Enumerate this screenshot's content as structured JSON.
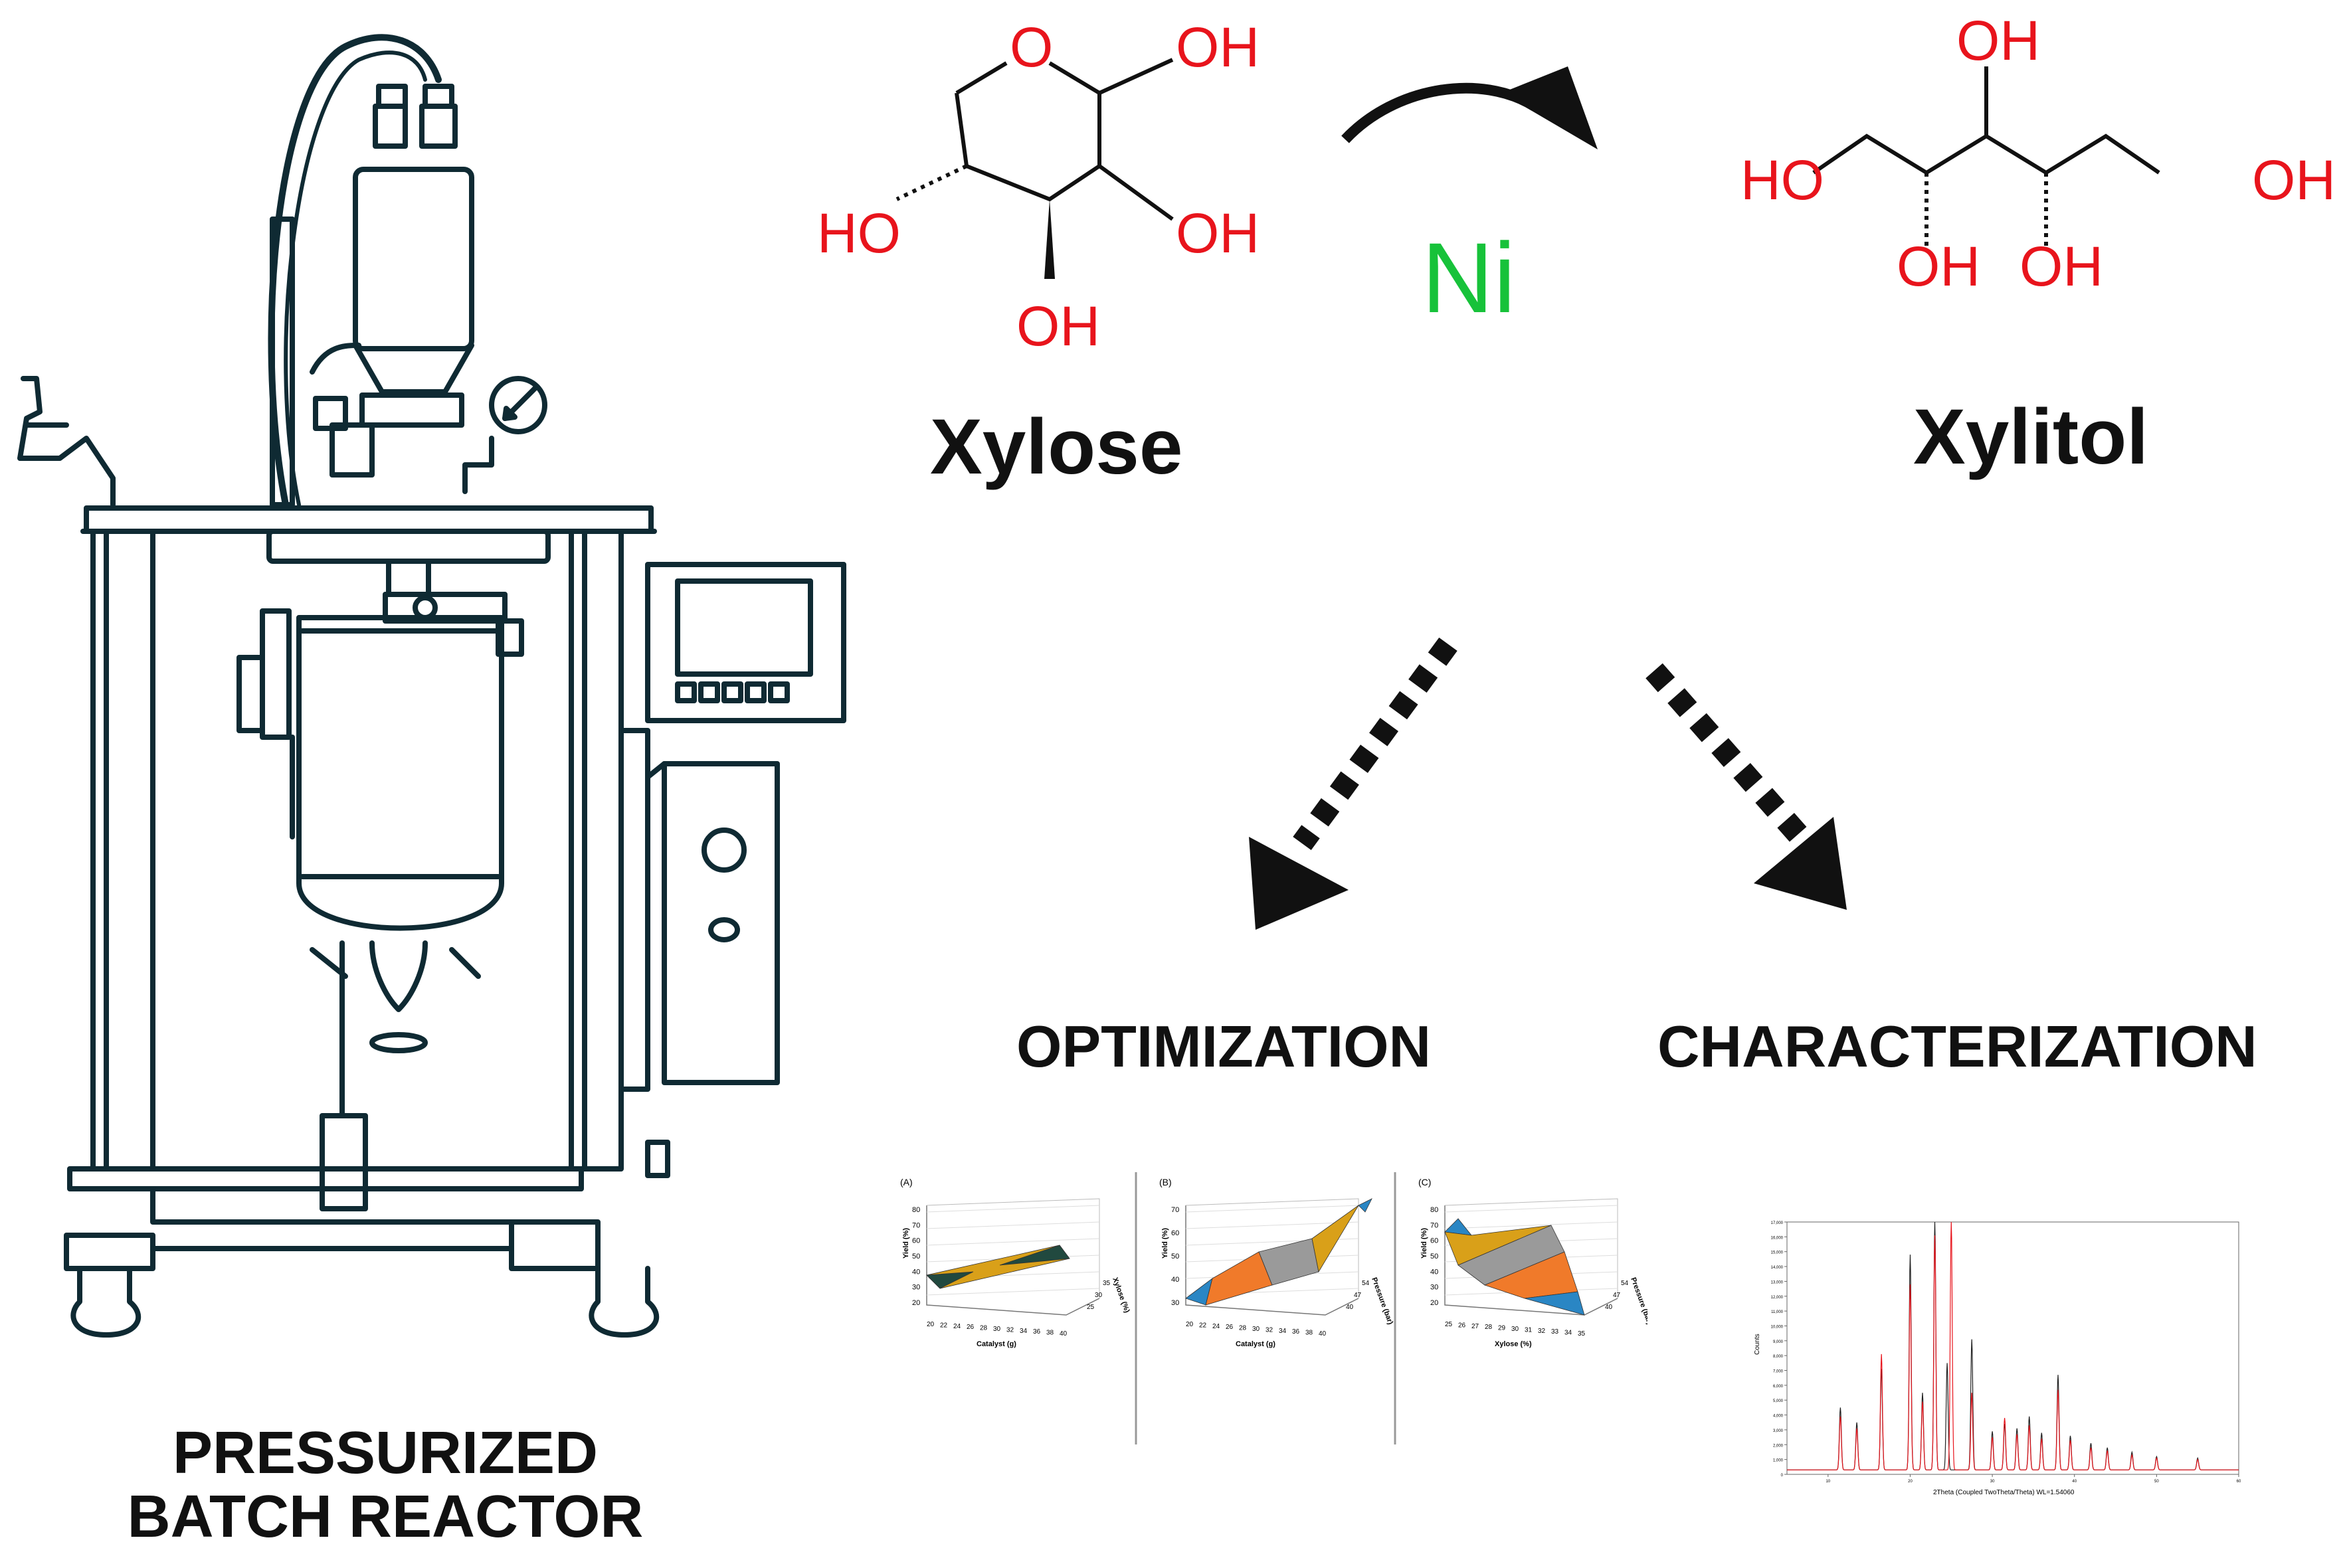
{
  "reactor": {
    "label_line1": "PRESSURIZED",
    "label_line2": "BATCH REACTOR"
  },
  "reaction": {
    "reactant": "Xylose",
    "product": "Xylitol",
    "catalyst": "Ni",
    "xylose_groups": [
      "O",
      "OH",
      "HO",
      "OH",
      "OH"
    ],
    "xylitol_groups": [
      "OH",
      "HO",
      "OH",
      "OH",
      "OH"
    ]
  },
  "branches": {
    "left": "OPTIMIZATION",
    "right": "CHARACTERIZATION"
  },
  "optimization_panels": [
    {
      "tag": "(A)",
      "zlabel": "Yield (%)",
      "xlabel": "Catalyst (g)",
      "ylabel": "Xylose (%)",
      "zticks": [
        "80",
        "70",
        "60",
        "50",
        "40",
        "30",
        "20"
      ],
      "xticks": [
        "20",
        "22",
        "24",
        "26",
        "28",
        "30",
        "32",
        "34",
        "36",
        "38",
        "40"
      ],
      "yticks": [
        "35",
        "30",
        "25"
      ]
    },
    {
      "tag": "(B)",
      "zlabel": "Yield (%)",
      "xlabel": "Catalyst (g)",
      "ylabel": "Pressure (bar)",
      "zticks": [
        "70",
        "60",
        "50",
        "40",
        "30"
      ],
      "xticks": [
        "20",
        "22",
        "24",
        "26",
        "28",
        "30",
        "32",
        "34",
        "36",
        "38",
        "40"
      ],
      "yticks": [
        "54",
        "47",
        "40"
      ]
    },
    {
      "tag": "(C)",
      "zlabel": "Yield (%)",
      "xlabel": "Xylose (%)",
      "ylabel": "Pressure (bar)",
      "zticks": [
        "80",
        "70",
        "60",
        "50",
        "40",
        "30",
        "20"
      ],
      "xticks": [
        "25",
        "26",
        "27",
        "28",
        "29",
        "30",
        "31",
        "32",
        "33",
        "34",
        "35"
      ],
      "yticks": [
        "54",
        "47",
        "40"
      ]
    }
  ],
  "chart_data": {
    "type": "line",
    "xlabel": "2Theta (Coupled TwoTheta/Theta) WL=1.54060",
    "ylabel": "Counts",
    "xlim": [
      5,
      60
    ],
    "ylim": [
      0,
      17000
    ],
    "yticks": [
      0,
      1000,
      2000,
      3000,
      4000,
      5000,
      6000,
      7000,
      8000,
      9000,
      10000,
      11000,
      12000,
      13000,
      14000,
      15000,
      16000,
      17000
    ],
    "xticks": [
      10,
      20,
      30,
      40,
      50,
      60
    ],
    "series": [
      {
        "color": "#222222",
        "peaks": [
          [
            11.5,
            4200
          ],
          [
            13.5,
            3200
          ],
          [
            16.5,
            6800
          ],
          [
            20.0,
            14500
          ],
          [
            21.5,
            5200
          ],
          [
            23.0,
            16800
          ],
          [
            24.5,
            7200
          ],
          [
            27.5,
            8800
          ],
          [
            30.0,
            2600
          ],
          [
            31.5,
            3100
          ],
          [
            33.0,
            2800
          ],
          [
            34.5,
            3600
          ],
          [
            36.0,
            2500
          ],
          [
            38.0,
            6400
          ],
          [
            39.5,
            2300
          ],
          [
            42.0,
            1800
          ],
          [
            44.0,
            1500
          ],
          [
            47.0,
            1200
          ],
          [
            50.0,
            900
          ],
          [
            55.0,
            800
          ]
        ]
      },
      {
        "color": "#e8141c",
        "peaks": [
          [
            11.5,
            3600
          ],
          [
            13.5,
            2800
          ],
          [
            16.5,
            7800
          ],
          [
            20.0,
            12500
          ],
          [
            21.5,
            4600
          ],
          [
            23.0,
            15800
          ],
          [
            25.0,
            17000
          ],
          [
            27.5,
            5200
          ],
          [
            30.0,
            2200
          ],
          [
            31.5,
            3500
          ],
          [
            33.0,
            2400
          ],
          [
            34.5,
            3000
          ],
          [
            36.0,
            2100
          ],
          [
            38.0,
            5400
          ],
          [
            39.5,
            2000
          ],
          [
            42.0,
            1500
          ],
          [
            44.0,
            1300
          ],
          [
            47.0,
            1000
          ],
          [
            50.0,
            800
          ],
          [
            55.0,
            700
          ]
        ]
      }
    ]
  },
  "colors": {
    "reactor_line": "#0f2a33",
    "chem_text": "#e8141c",
    "catalyst": "#17c23a",
    "surface_orange": "#f07a2a",
    "surface_gold": "#d9a019",
    "surface_blue": "#2a86c4",
    "surface_gray": "#9a9a9a",
    "surface_dark": "#21493f"
  }
}
